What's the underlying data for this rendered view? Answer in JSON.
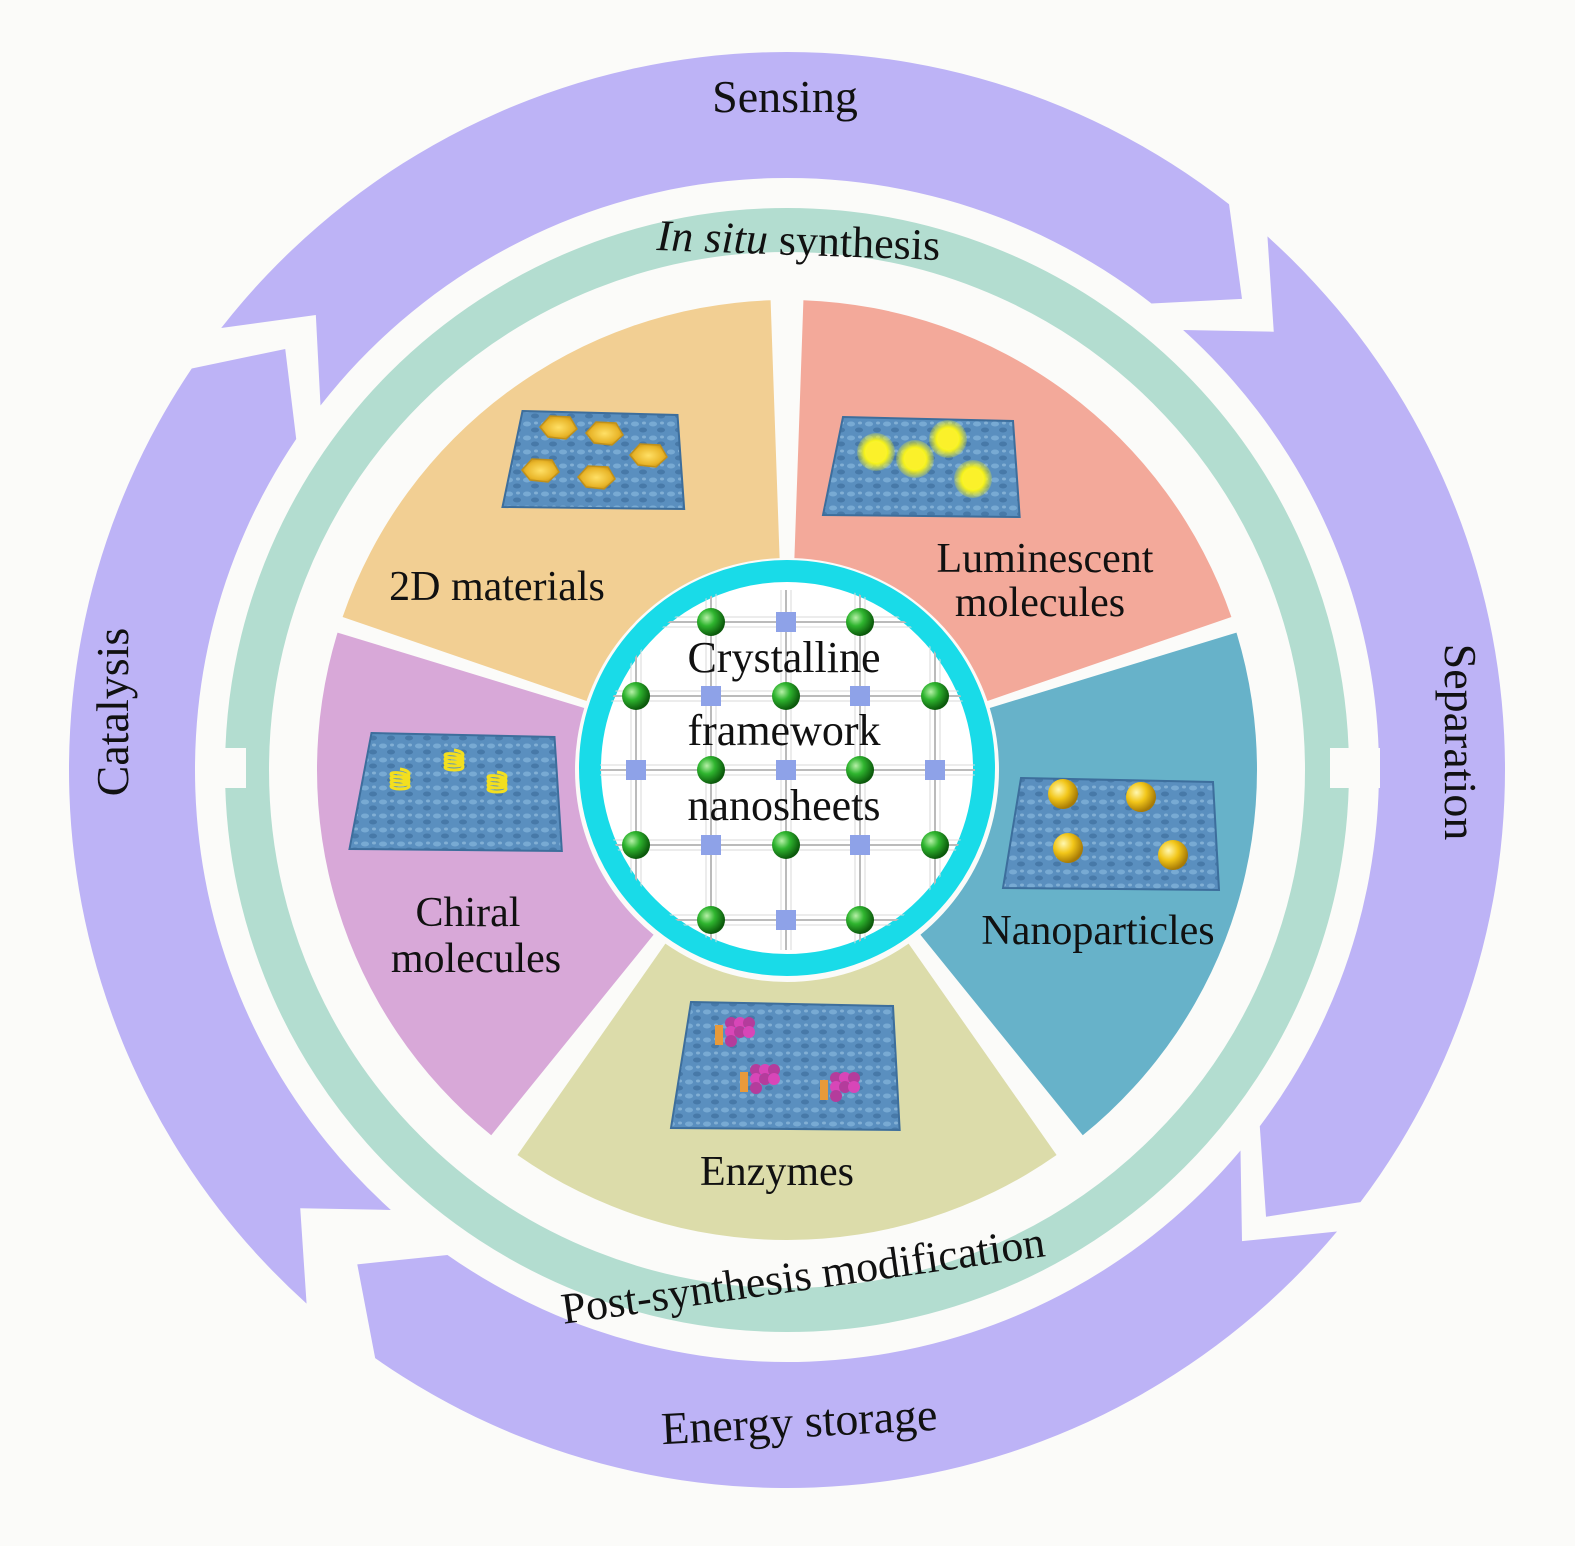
{
  "outer_ring": {
    "items": [
      {
        "label": "Sensing"
      },
      {
        "label": "Separation"
      },
      {
        "label": "Energy storage"
      },
      {
        "label": "Catalysis"
      }
    ]
  },
  "middle_ring": {
    "top": {
      "italic": "In situ",
      "rest": " synthesis"
    },
    "bottom": "Post-synthesis modification"
  },
  "segments": [
    {
      "label_lines": [
        "2D materials"
      ],
      "color": "#f2cf93",
      "decoration": "yellow flakes on blue sheet"
    },
    {
      "label_lines": [
        "Luminescent",
        "molecules"
      ],
      "color": "#f3a99a",
      "decoration": "glowing yellow dots on blue sheet"
    },
    {
      "label_lines": [
        "Nanoparticles"
      ],
      "color": "#67b2c9",
      "decoration": "gold spheres on blue sheet"
    },
    {
      "label_lines": [
        "Enzymes"
      ],
      "color": "#dcdcaa",
      "decoration": "pink and orange protein clusters on blue sheet"
    },
    {
      "label_lines": [
        "Chiral",
        "molecules"
      ],
      "color": "#d8a8d8",
      "decoration": "yellow helices on blue sheet"
    }
  ],
  "core": {
    "label_lines": [
      "Crystalline",
      "framework",
      "nanosheets"
    ],
    "ring_color": "#19dbe8",
    "node_colors": {
      "sphere": "#1a9a1a",
      "square": "#8ea2e8"
    }
  },
  "colors": {
    "outer_ring": "#bdb3f6",
    "middle_ring": "#b3ddd0",
    "background": "#fbfbf9",
    "sheet": "#5a8fbf"
  }
}
